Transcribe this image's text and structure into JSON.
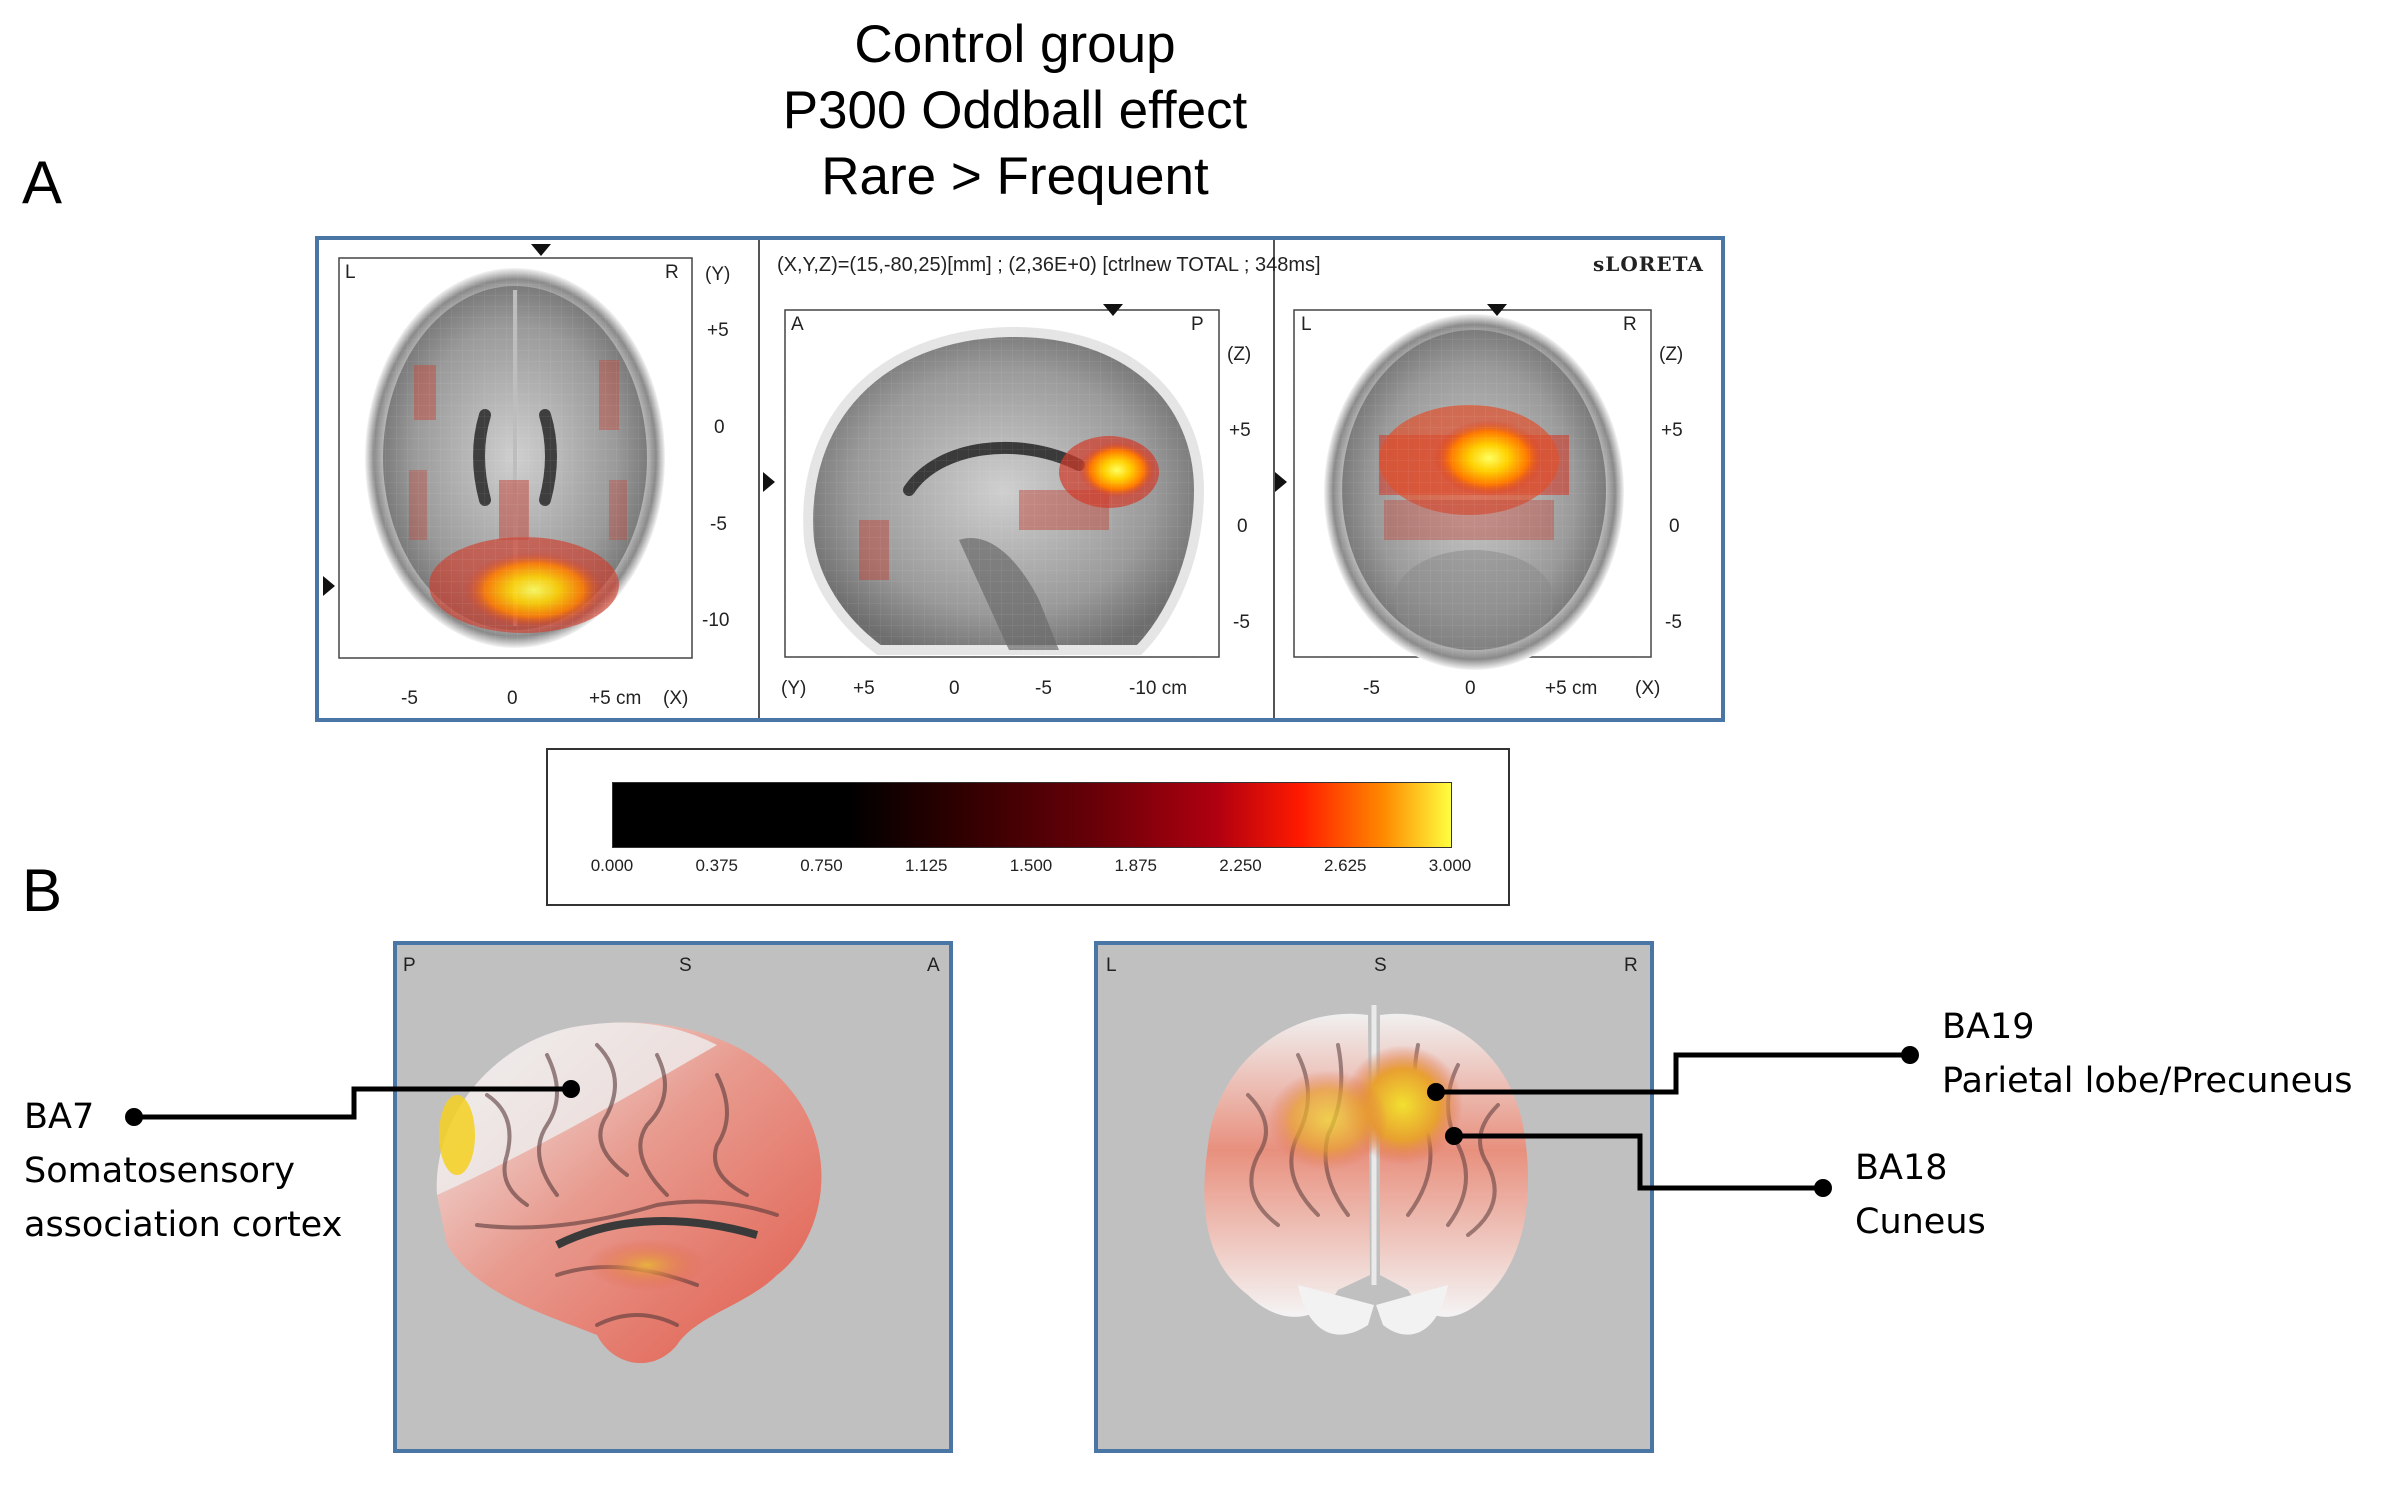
{
  "title_lines": [
    "Control group",
    "P300 Oddball effect",
    "Rare > Frequent"
  ],
  "panel_a": {
    "letter": "A",
    "info": "(X,Y,Z)=(15,-80,25)[mm] ; (2,36E+0)  [ctrlnew TOTAL ; 348ms]",
    "method": "sLORETA",
    "axial": {
      "left": "L",
      "right": "R",
      "axis_right": "(Y)",
      "y_ticks": [
        "+5",
        "0",
        "-5",
        "-10"
      ],
      "x_ticks": [
        "-5",
        "0",
        "+5 cm"
      ],
      "axis_bottom": "(X)"
    },
    "sagittal": {
      "left": "A",
      "right": "P",
      "axis_right": "(Z)",
      "y_ticks": [
        "+5",
        "0",
        "-5"
      ],
      "axis_bottom": "(Y)",
      "x_ticks": [
        "+5",
        "0",
        "-5",
        "-10 cm"
      ]
    },
    "coronal": {
      "left": "L",
      "right": "R",
      "axis_right": "(Z)",
      "y_ticks": [
        "+5",
        "0",
        "-5"
      ],
      "x_ticks": [
        "-5",
        "0",
        "+5 cm"
      ],
      "axis_bottom": "(X)"
    }
  },
  "colorbar": {
    "ticks": [
      "0.000",
      "0.375",
      "0.750",
      "1.125",
      "1.500",
      "1.875",
      "2.250",
      "2.625",
      "3.000"
    ],
    "min": 0,
    "max": 3
  },
  "panel_b": {
    "letter": "B",
    "lateral": {
      "orient": [
        "P",
        "S",
        "A"
      ]
    },
    "posterior": {
      "orient": [
        "L",
        "S",
        "R"
      ]
    },
    "ba7": {
      "label": "BA7",
      "desc_lines": [
        "Somatosensory",
        "association cortex"
      ]
    },
    "ba19": {
      "label": "BA19",
      "desc": "Parietal lobe/Precuneus"
    },
    "ba18": {
      "label": "BA18",
      "desc": "Cuneus"
    }
  },
  "colors": {
    "frame": "#4a76a6",
    "hot_low": "#d23a2a",
    "hot_mid": "#ff7a00",
    "hot_high": "#ffee00"
  }
}
